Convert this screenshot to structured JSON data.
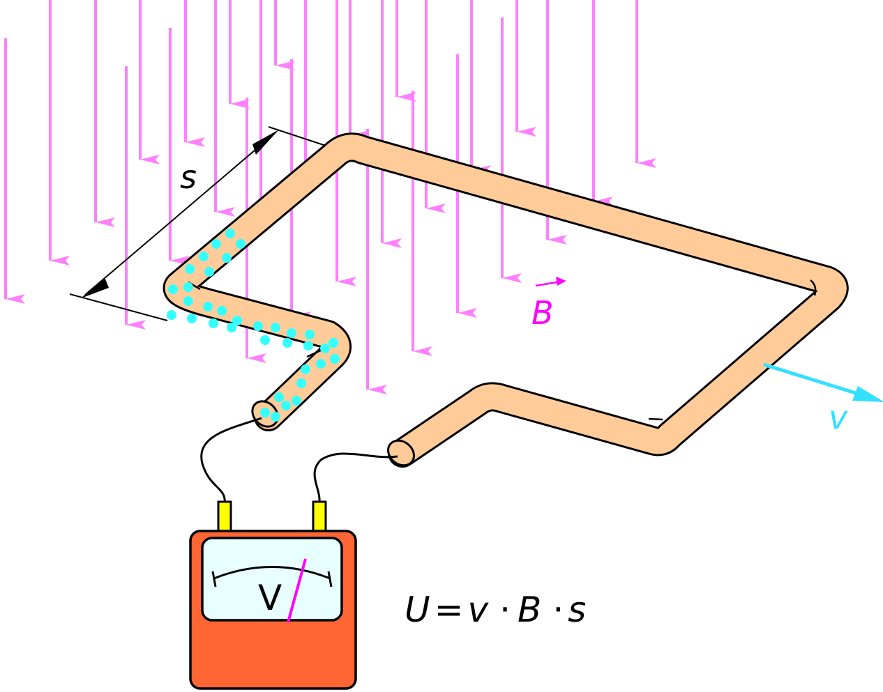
{
  "labels": {
    "distance": "s",
    "field": "B",
    "velocity": "v",
    "meter": "V"
  },
  "formula": {
    "U": "U",
    "eq": "=",
    "v": "v",
    "dot1": "·",
    "B": "B",
    "dot2": "·",
    "s": "s"
  },
  "colors": {
    "field_lines": "#ff80ff",
    "field_label": "#ff00ff",
    "tube_fill": "#ffcc99",
    "carriers": "#33ffff",
    "velocity": "#33e0ff",
    "meter_body": "#ff6633",
    "meter_face": "#e8ffff",
    "terminals": "#ffff00",
    "needle": "#ff00ff",
    "outline": "#000000"
  },
  "icons": {
    "field": "arrow-down-icon",
    "velocity": "arrow-right-icon",
    "meter": "voltmeter-icon"
  }
}
